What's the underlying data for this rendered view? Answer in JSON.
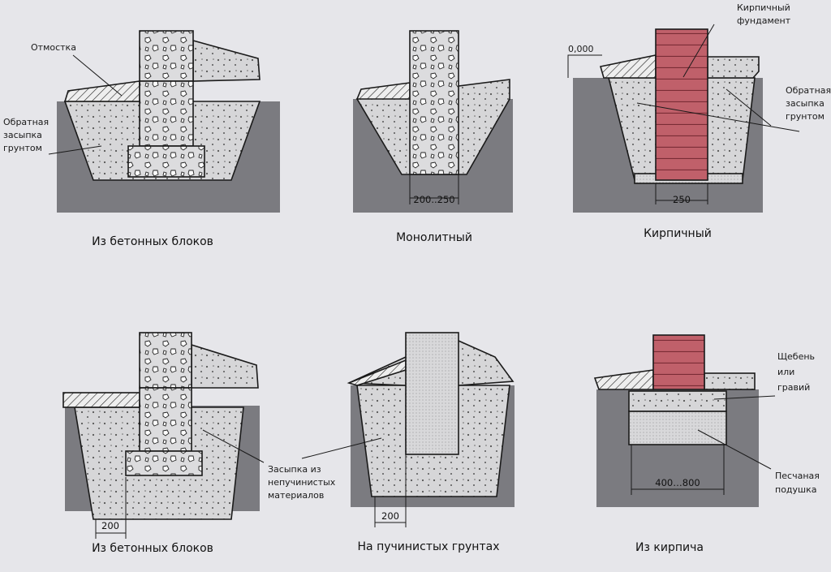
{
  "colors": {
    "background": "#e6e6ea",
    "ground": "#7b7b80",
    "concrete": "#d6d6d8",
    "brick": "#c0606a",
    "brick_line": "#7a2c35"
  },
  "panels": [
    {
      "caption": "Из бетонных блоков",
      "labels": {
        "otmostka": "Отмостка",
        "backfill": [
          "Обратная",
          "засыпка",
          "грунтом"
        ]
      }
    },
    {
      "caption": "Монолитный",
      "dimension": "200..250"
    },
    {
      "caption": "Кирпичный",
      "level": "0,000",
      "labels": {
        "brick_foundation": [
          "Кирпичный",
          "фундамент"
        ],
        "backfill": [
          "Обратная",
          "засыпка",
          "грунтом"
        ]
      },
      "dimension": "250"
    },
    {
      "caption": "Из бетонных блоков",
      "dimension": "200",
      "labels": {
        "fill": [
          "Засыпка из",
          "непучинистых",
          "материалов"
        ]
      }
    },
    {
      "caption": "На пучинистых грунтах",
      "dimension": "200"
    },
    {
      "caption": "Из кирпича",
      "dimension": "400…800",
      "labels": {
        "gravel": [
          "Щебень",
          "или",
          "гравий"
        ],
        "sand": [
          "Песчаная",
          "подушка"
        ]
      }
    }
  ]
}
